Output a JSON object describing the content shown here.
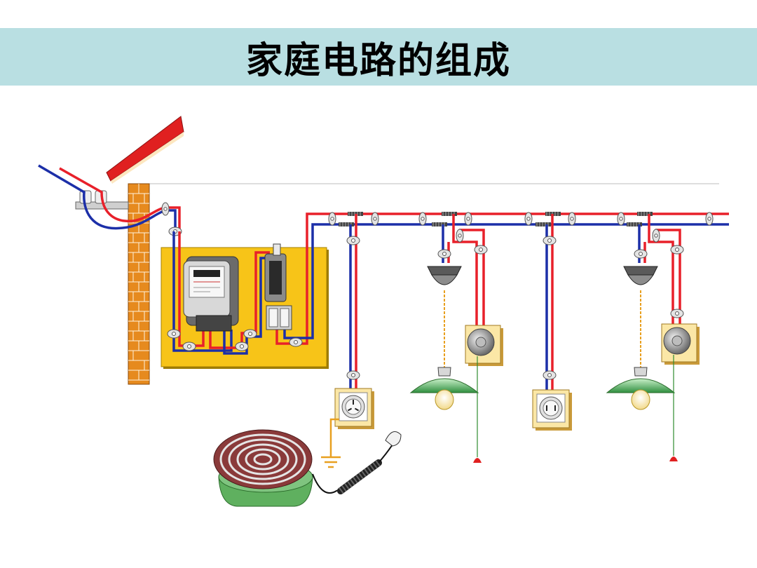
{
  "slide": {
    "title": "家庭电路的组成"
  },
  "colors": {
    "title_band": "#b9dfe2",
    "live_wire": "#e8202a",
    "neutral_wire": "#1c2fa8",
    "board": "#f7c418",
    "brick": "#e68a1e",
    "ground_wire": "#e8a020"
  },
  "components": [
    "service-drop-wires",
    "roof",
    "brick-wall",
    "electric-meter",
    "main-switch",
    "fuse-box",
    "socket",
    "ceiling-lamp",
    "pull-switch",
    "ground-symbol",
    "electric-stove"
  ]
}
